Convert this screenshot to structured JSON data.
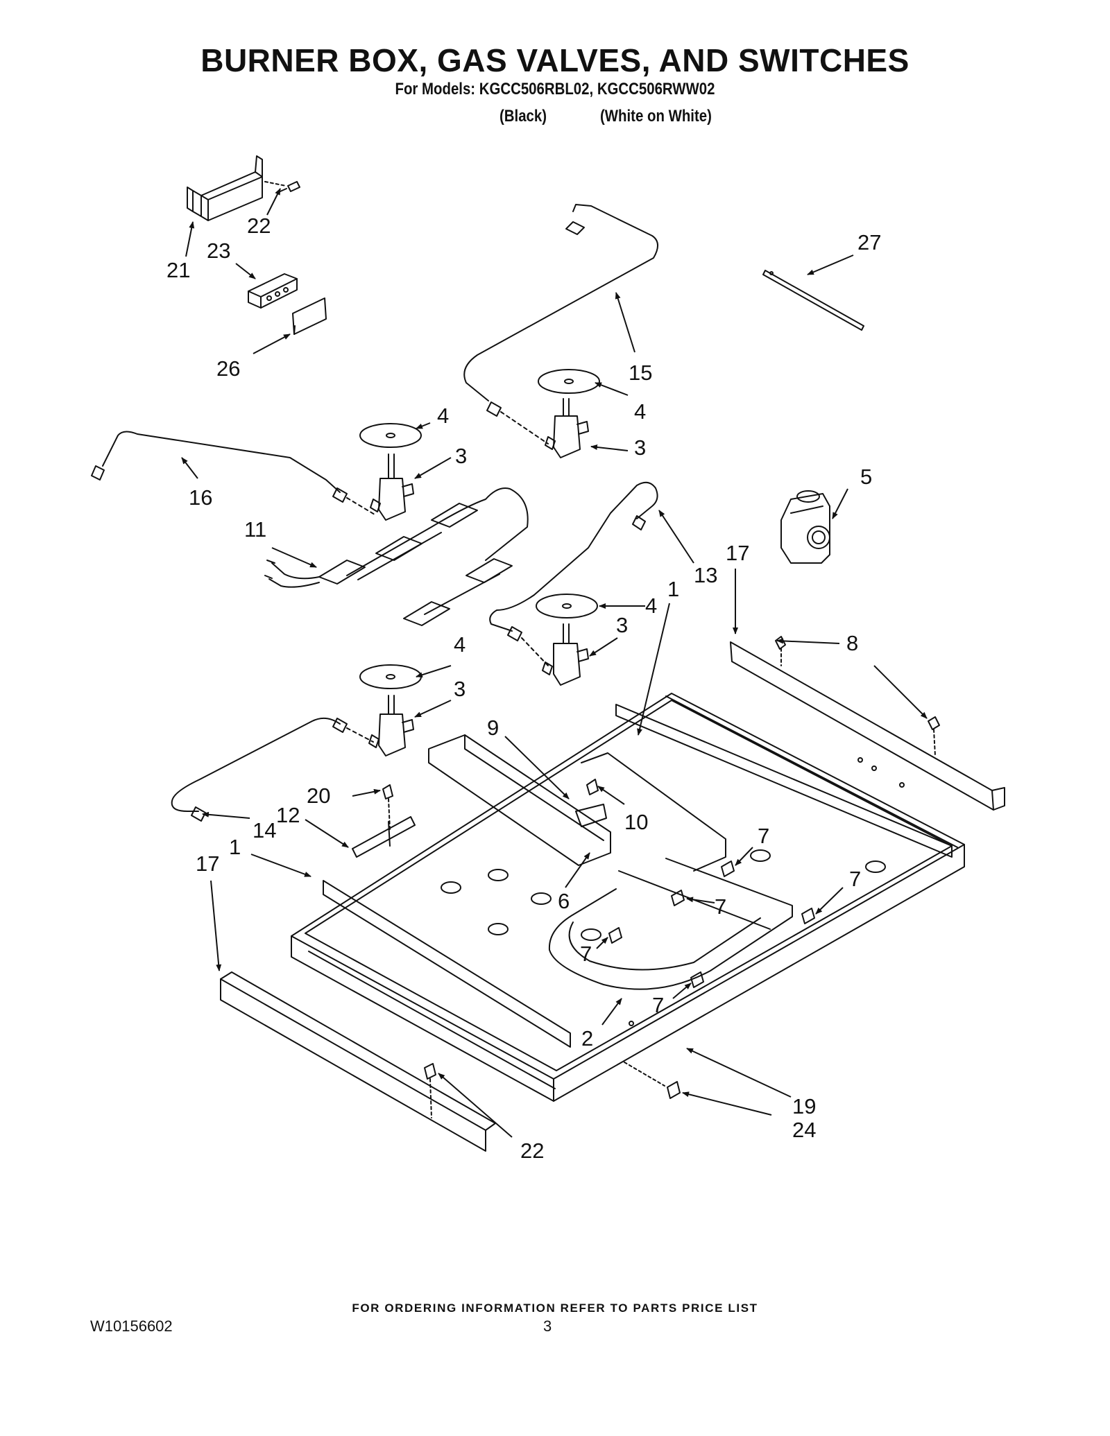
{
  "header": {
    "title": "BURNER BOX, GAS VALVES, AND SWITCHES",
    "models": "For Models: KGCC506RBL02, KGCC506RWW02",
    "variant_black": "(Black)",
    "variant_white": "(White on White)"
  },
  "callouts": {
    "c21": "21",
    "c22a": "22",
    "c23": "23",
    "c26": "26",
    "c27": "27",
    "c15": "15",
    "c4a": "4",
    "c3a": "3",
    "c4b": "4",
    "c3b": "3",
    "c16": "16",
    "c11": "11",
    "c5": "5",
    "c13": "13",
    "c17a": "17",
    "c1a": "1",
    "c4c": "4",
    "c3c": "3",
    "c8": "8",
    "c4d": "4",
    "c3d": "3",
    "c9": "9",
    "c10": "10",
    "c20": "20",
    "c14": "14",
    "c12": "12",
    "c1b": "1",
    "c17b": "17",
    "c7a": "7",
    "c7b": "7",
    "c7c": "7",
    "c6": "6",
    "c7d": "7",
    "c7e": "7",
    "c2": "2",
    "c19": "19",
    "c24": "24",
    "c22b": "22"
  },
  "footer": {
    "ordering_note": "FOR ORDERING INFORMATION REFER TO PARTS PRICE LIST",
    "doc_number": "W10156602",
    "page_number": "3"
  }
}
